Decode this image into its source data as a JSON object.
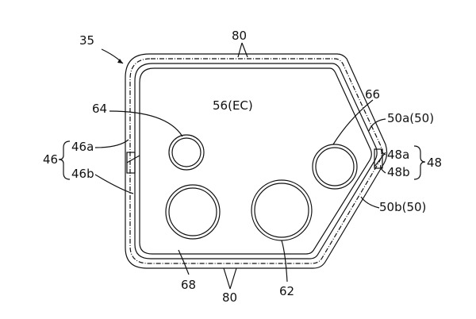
{
  "figure": {
    "ref_35": "35",
    "ref_80_top": "80",
    "ref_80_bottom": "80",
    "ref_56": "56(EC)",
    "ref_64": "64",
    "ref_66": "66",
    "ref_62": "62",
    "ref_68": "68",
    "ref_50a": "50a(50)",
    "ref_50b": "50b(50)",
    "ref_46": "46",
    "ref_46a": "46a",
    "ref_46b": "46b",
    "ref_48": "48",
    "ref_48a": "48a",
    "ref_48b": "48b"
  }
}
